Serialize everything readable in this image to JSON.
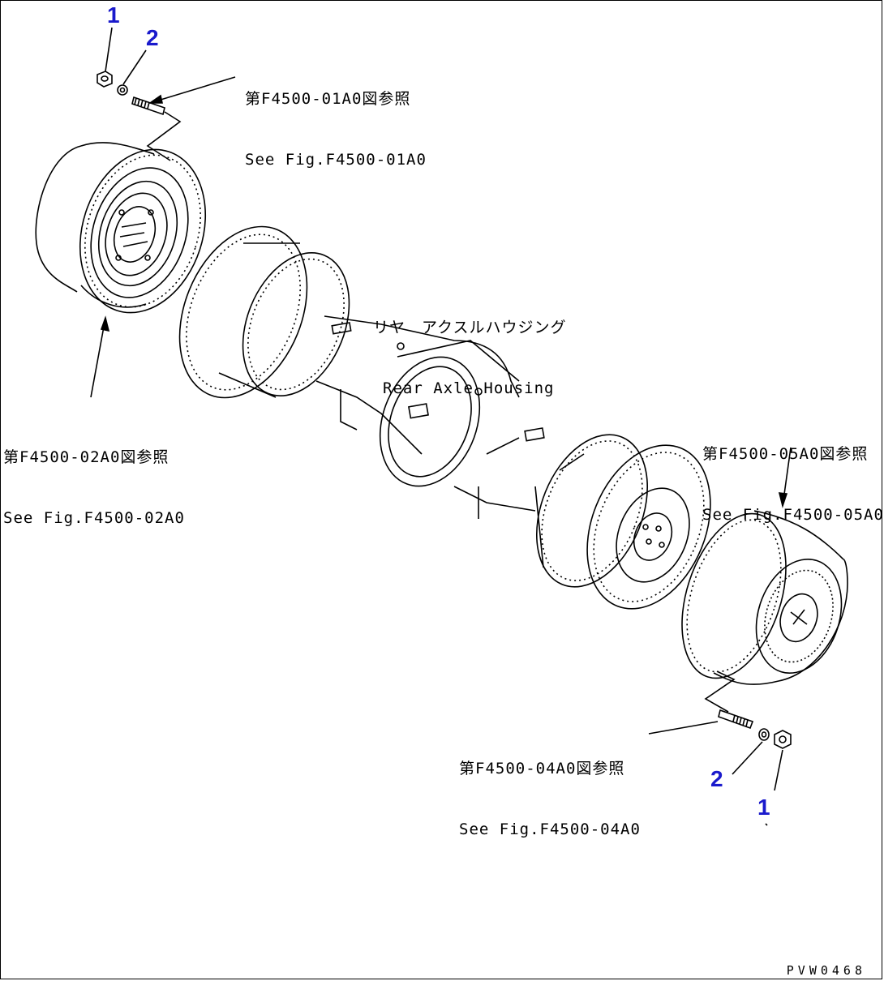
{
  "callouts": {
    "top_nut": "1",
    "top_washer": "2",
    "bottom_washer": "2",
    "bottom_nut": "1"
  },
  "refs": {
    "f01_jp": "第F4500-01A0図参照",
    "f01_en": "See Fig.F4500-01A0",
    "f02_jp": "第F4500-02A0図参照",
    "f02_en": "See Fig.F4500-02A0",
    "f05_jp": "第F4500-05A0図参照",
    "f05_en": "See Fig.F4500-05A0",
    "f04_jp": "第F4500-04A0図参照",
    "f04_en": "See Fig.F4500-04A0"
  },
  "housing_label": {
    "jp": "リヤ　アクスルハウジング",
    "en": "Rear Axle Housing"
  },
  "drawing_code": "PVW0468",
  "colors": {
    "callout": "#1a1acc",
    "line": "#000000"
  }
}
